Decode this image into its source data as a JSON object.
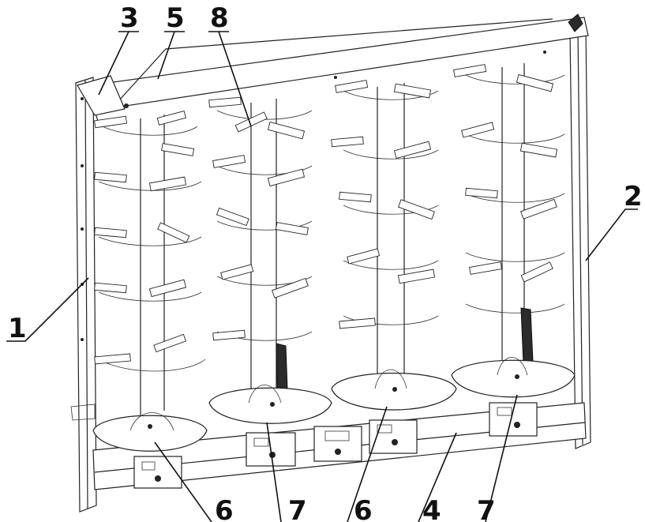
{
  "figure": {
    "callouts": [
      {
        "id": "c1",
        "text": "1"
      },
      {
        "id": "c2",
        "text": "2"
      },
      {
        "id": "c3",
        "text": "3"
      },
      {
        "id": "c4",
        "text": "4"
      },
      {
        "id": "c5",
        "text": "5"
      },
      {
        "id": "c6a",
        "text": "6"
      },
      {
        "id": "c6b",
        "text": "6"
      },
      {
        "id": "c7a",
        "text": "7"
      },
      {
        "id": "c7b",
        "text": "7"
      },
      {
        "id": "c8",
        "text": "8"
      }
    ]
  }
}
